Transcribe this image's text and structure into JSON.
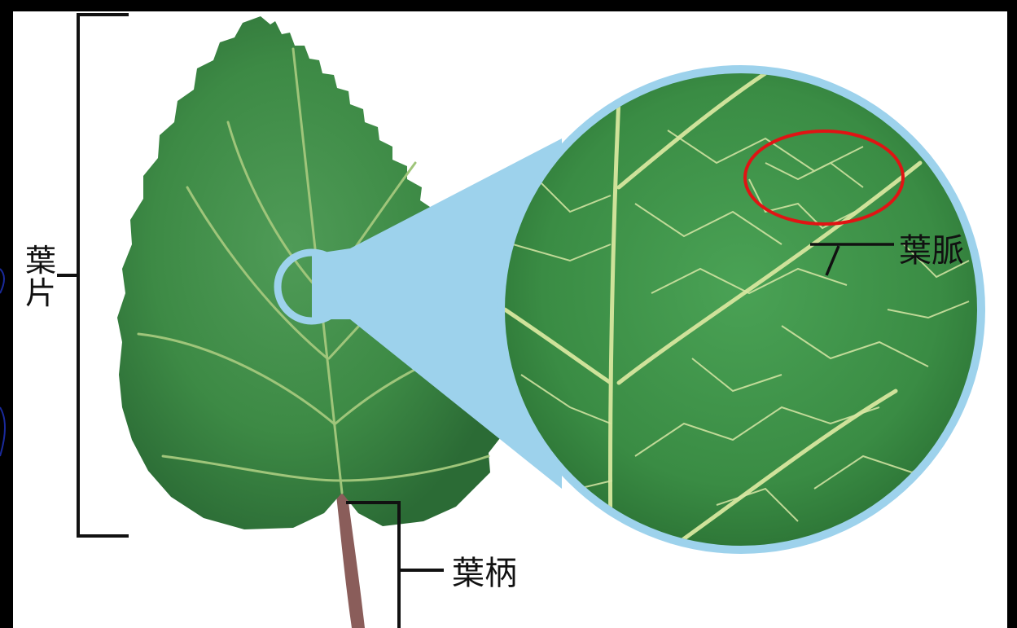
{
  "labels": {
    "blade": "葉片",
    "vein": "葉脈",
    "petiole": "葉柄"
  },
  "colors": {
    "background": "#ffffff",
    "page_frame": "#000000",
    "frame_accent": "#1a2a9c",
    "leaf_green": "#3d8a45",
    "leaf_dark": "#2b6b35",
    "vein_light": "#d8e7a6",
    "petiole": "#8a5d5a",
    "magnifier_blue": "#9dd2ec",
    "highlight_ring": "#e01414",
    "label_lines": "#111111"
  }
}
